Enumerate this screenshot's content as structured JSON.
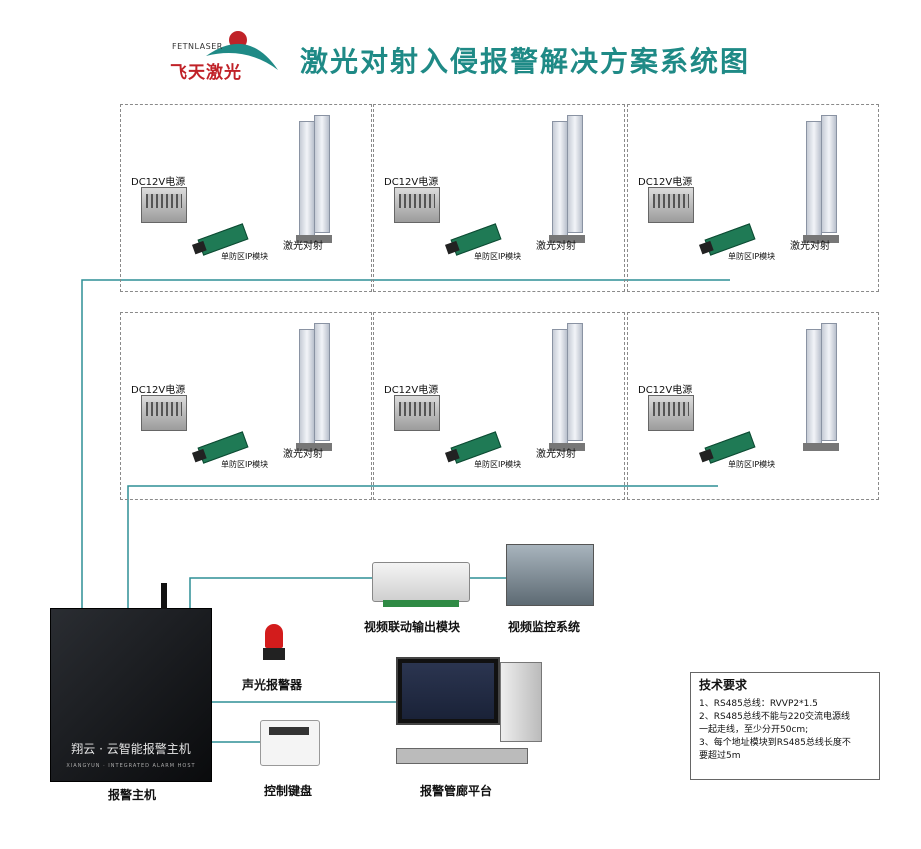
{
  "header": {
    "title": "激光对射入侵报警解决方案系统图",
    "logo_en": "FETNLASER",
    "logo_cn": "飞天激光"
  },
  "zone_labels": {
    "power": "DC12V电源",
    "laser": "激光对射",
    "module": "单防区IP模块"
  },
  "zones": [
    {
      "id": 1
    },
    {
      "id": 2
    },
    {
      "id": 3
    },
    {
      "id": 4
    },
    {
      "id": 5
    },
    {
      "id": 6
    }
  ],
  "devices": {
    "host_label": "报警主机",
    "host_brand": "翔云 · 云智能报警主机",
    "host_brand_en": "XIANGYUN · INTEGRATED ALARM HOST",
    "video_module": "视频联动输出模块",
    "video_system": "视频监控系统",
    "siren": "声光报警器",
    "keypad": "控制键盘",
    "platform": "报警管廊平台"
  },
  "tech": {
    "heading": "技术要求",
    "items": [
      "1、RS485总线：RVVP2*1.5",
      "2、RS485总线不能与220交流电源线",
      "一起走线，至少分开50cm;",
      "3、每个地址模块到RS485总线长度不",
      "要超过5m"
    ]
  },
  "colors": {
    "title": "#1f8a86",
    "bus": "#2f8f95",
    "wire": "#222222"
  }
}
